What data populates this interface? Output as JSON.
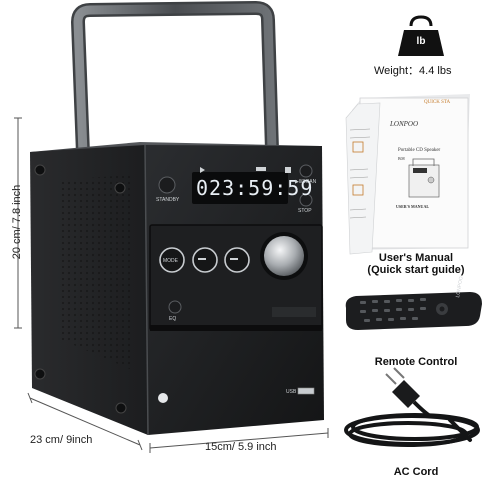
{
  "dimensions": {
    "height": "20 cm/ 7.8 inch",
    "depth": "23 cm/ 9inch",
    "width": "15cm/ 5.9 inch"
  },
  "weight": {
    "icon_label": "lb",
    "text": "Weight：4.4 lbs"
  },
  "manual": {
    "corner_label": "QUICK STA",
    "brand": "LONPOO",
    "title": "Portable CD Speaker",
    "model": "B08",
    "guide_label": "USER'S MANUAL",
    "caption_line1": "User's Manual",
    "caption_line2": "(Quick start guide)"
  },
  "remote": {
    "brand": "LONPOO",
    "caption": "Remote Control"
  },
  "cord": {
    "caption": "AC Cord"
  },
  "device": {
    "display": "023:59:59",
    "standby_label": "STANDBY",
    "scan_label": "▶‖/SCAN",
    "stop_label": "STOP",
    "mode_label": "MODE",
    "eq_label": "EQ",
    "usb_label": "USB"
  }
}
